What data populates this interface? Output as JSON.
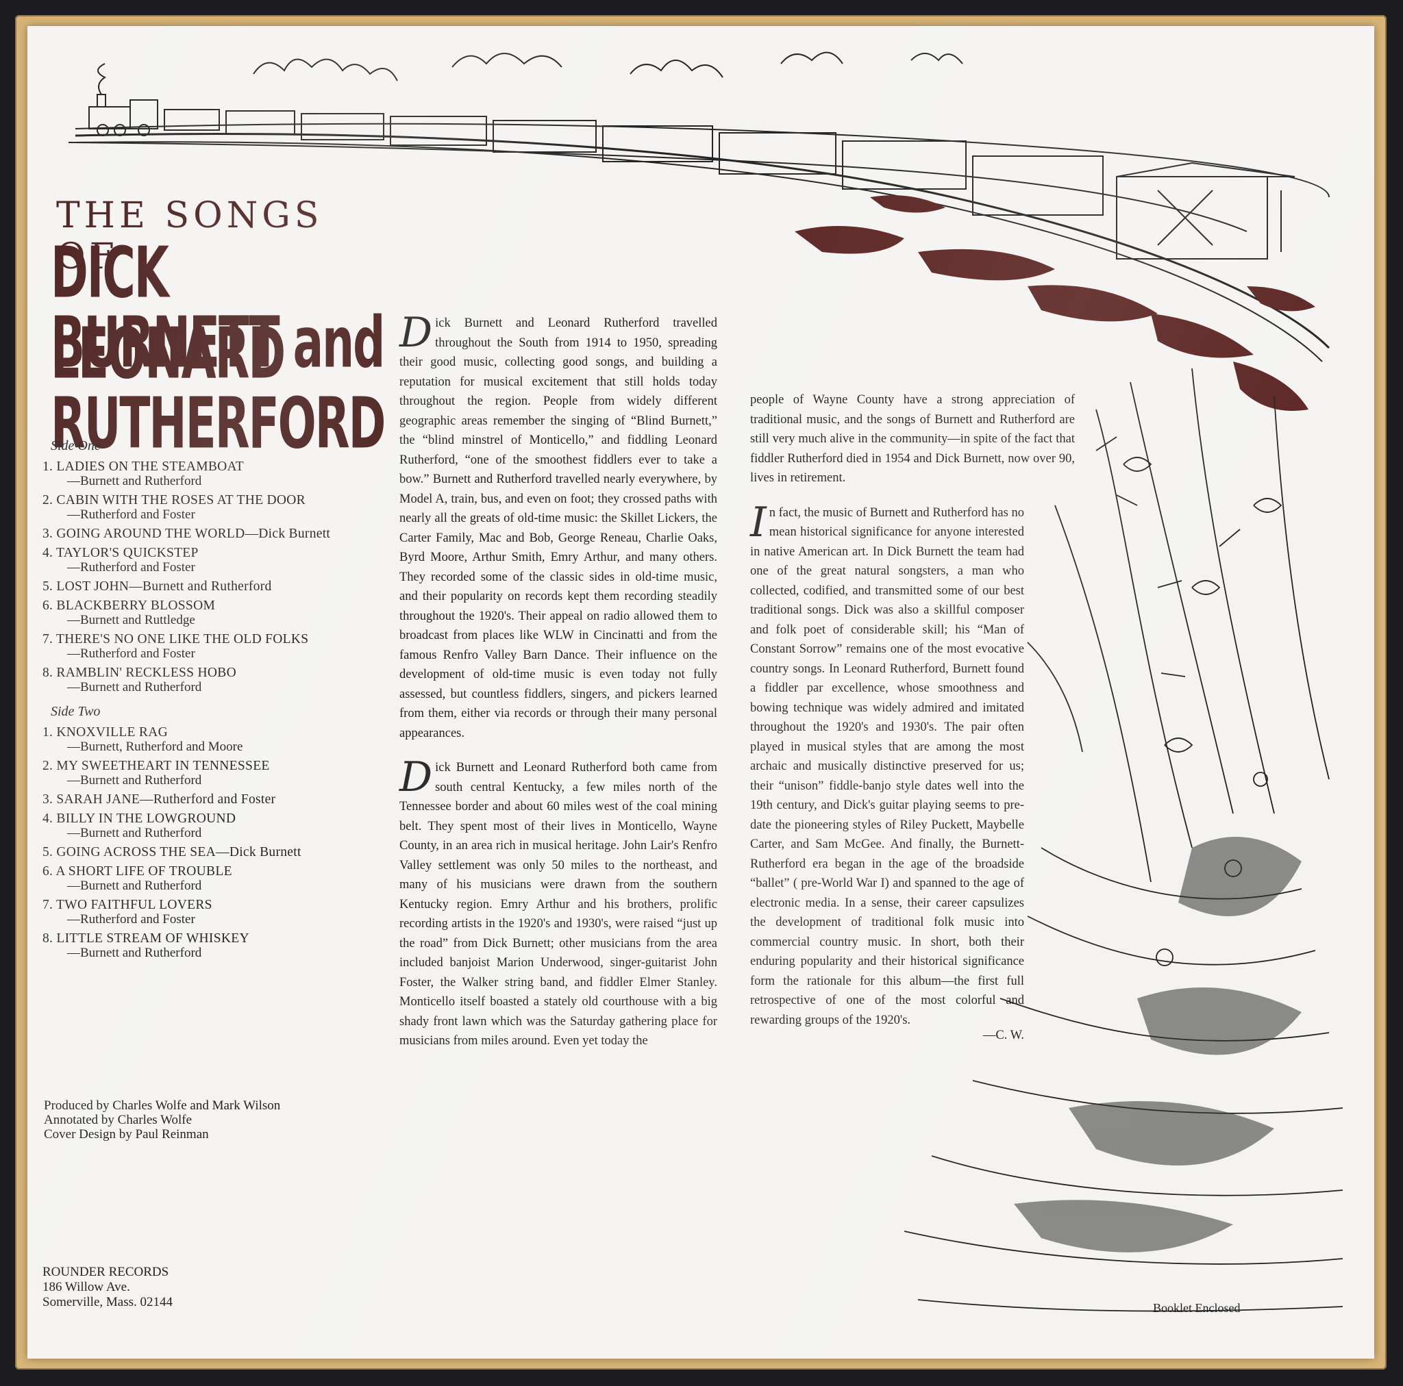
{
  "cover": {
    "title_line1": "THE SONGS OF",
    "title_line2": "DICK BURNETT and",
    "title_line3": "LEONARD RUTHERFORD"
  },
  "side_one": {
    "heading": "Side One",
    "tracks": [
      {
        "title": "1. LADIES ON THE STEAMBOAT",
        "credit": "—Burnett and Rutherford"
      },
      {
        "title": "2. CABIN WITH THE ROSES AT THE DOOR",
        "credit": "—Rutherford and Foster"
      },
      {
        "title": "3. GOING AROUND THE WORLD—Dick Burnett",
        "credit": ""
      },
      {
        "title": "4. TAYLOR'S QUICKSTEP",
        "credit": "—Rutherford and Foster"
      },
      {
        "title": "5. LOST JOHN—Burnett and Rutherford",
        "credit": ""
      },
      {
        "title": "6. BLACKBERRY BLOSSOM",
        "credit": "—Burnett and Ruttledge"
      },
      {
        "title": "7. THERE'S NO ONE LIKE THE OLD FOLKS",
        "credit": "—Rutherford and Foster"
      },
      {
        "title": "8. RAMBLIN' RECKLESS HOBO",
        "credit": "—Burnett and Rutherford"
      }
    ]
  },
  "side_two": {
    "heading": "Side Two",
    "tracks": [
      {
        "title": "1. KNOXVILLE RAG",
        "credit": "—Burnett, Rutherford and Moore"
      },
      {
        "title": "2. MY SWEETHEART IN TENNESSEE",
        "credit": "—Burnett and Rutherford"
      },
      {
        "title": "3. SARAH JANE—Rutherford and Foster",
        "credit": ""
      },
      {
        "title": "4. BILLY IN THE LOWGROUND",
        "credit": "—Burnett and Rutherford"
      },
      {
        "title": "5. GOING ACROSS THE SEA—Dick Burnett",
        "credit": ""
      },
      {
        "title": "6. A SHORT LIFE OF TROUBLE",
        "credit": "—Burnett and Rutherford"
      },
      {
        "title": "7. TWO FAITHFUL LOVERS",
        "credit": "—Rutherford and Foster"
      },
      {
        "title": "8. LITTLE STREAM OF WHISKEY",
        "credit": "—Burnett and Rutherford"
      }
    ]
  },
  "credits": {
    "produced": "Produced by Charles Wolfe and Mark Wilson",
    "annotated": "Annotated by Charles Wolfe",
    "cover_design": "Cover Design by Paul Reinman"
  },
  "label": {
    "name": "ROUNDER RECORDS",
    "street": "186 Willow Ave.",
    "city": "Somerville, Mass. 02144"
  },
  "booklet_note": "Booklet Enclosed",
  "notes": {
    "p1_cap": "D",
    "p1": "ick Burnett and Leonard Rutherford travelled throughout the South from 1914 to 1950, spreading their good music, collecting good songs, and building a reputation for musical excitement that still holds today throughout the region. People from widely different geographic areas remember the singing of “Blind Burnett,” the “blind minstrel of Monticello,” and fiddling Leonard Rutherford, “one of the smoothest fiddlers ever to take a bow.” Burnett and Rutherford travelled nearly everywhere, by Model A, train, bus, and even on foot; they crossed paths with nearly all the greats of old-time music: the Skillet Lickers, the Carter Family, Mac and Bob, George Reneau, Charlie Oaks, Byrd Moore, Arthur Smith, Emry Arthur, and many others. They recorded some of the classic sides in old-time music, and their popularity on records kept them recording steadily throughout the 1920's. Their appeal on radio allowed them to broadcast from places like WLW in Cincinatti and from the famous Renfro Valley Barn Dance. Their influence on the development of old-time music is even today not fully assessed, but countless fiddlers, singers, and pickers learned from them, either via records or through their many personal appearances.",
    "p2_cap": "D",
    "p2": "ick Burnett and Leonard Rutherford both came from south central Kentucky, a few miles north of the Tennessee border and about 60 miles west of the coal mining belt. They spent most of their lives in Monticello, Wayne County, in an area rich in musical heritage. John Lair's Renfro Valley settlement was only 50 miles to the northeast, and many of his musicians were drawn from the southern Kentucky region. Emry Arthur and his brothers, prolific recording artists in the 1920's and 1930's, were raised “just up the road” from Dick Burnett; other musicians from the area included banjoist Marion Underwood, singer-guitarist John Foster, the Walker string band, and fiddler Elmer Stanley. Monticello itself boasted a stately old courthouse with a big shady front lawn which was the Saturday gathering place for musicians from miles around. Even yet today the",
    "p3": "people of Wayne County have a strong appreciation of traditional music, and the songs of Burnett and Rutherford are still very much alive in the community—in spite of the fact that fiddler Rutherford died in 1954 and Dick Burnett, now over 90, lives in retirement.",
    "p4_cap": "I",
    "p4": "n fact, the music of Burnett and Rutherford has no mean historical significance for anyone interested in native American art. In Dick Burnett the team had one of the great natural songsters, a man who collected, codified, and transmitted some of our best traditional songs. Dick was also a skillful composer and folk poet of considerable skill; his “Man of Constant Sorrow” remains one of the most evocative country songs. In Leonard Rutherford, Burnett found a fiddler par excellence, whose smoothness and bowing technique was widely admired and imitated throughout the 1920's and 1930's. The pair often played in musical styles that are among the most archaic and musically distinctive preserved for us; their “unison” fiddle-banjo style dates well into the 19th century, and Dick's guitar playing seems to pre-date the pioneering styles of Riley Puckett, Maybelle Carter, and Sam McGee. And finally, the Burnett-Rutherford era began in the age of the broadside “ballet” ( pre-World War I) and spanned to the age of electronic media. In a sense, their career capsulizes the development of traditional folk music into commercial country music. In short, both their enduring popularity and their historical significance form the rationale for this album—the first full retrospective of one of the most colorful and rewarding groups of the 1920's.",
    "signature": "—C. W."
  },
  "colors": {
    "title": "#4a1f1c",
    "ink": "#1e1e1e",
    "paper": "#f4f3f1",
    "sleeve_edge": "#d8b577",
    "earth": "#5a2320"
  }
}
